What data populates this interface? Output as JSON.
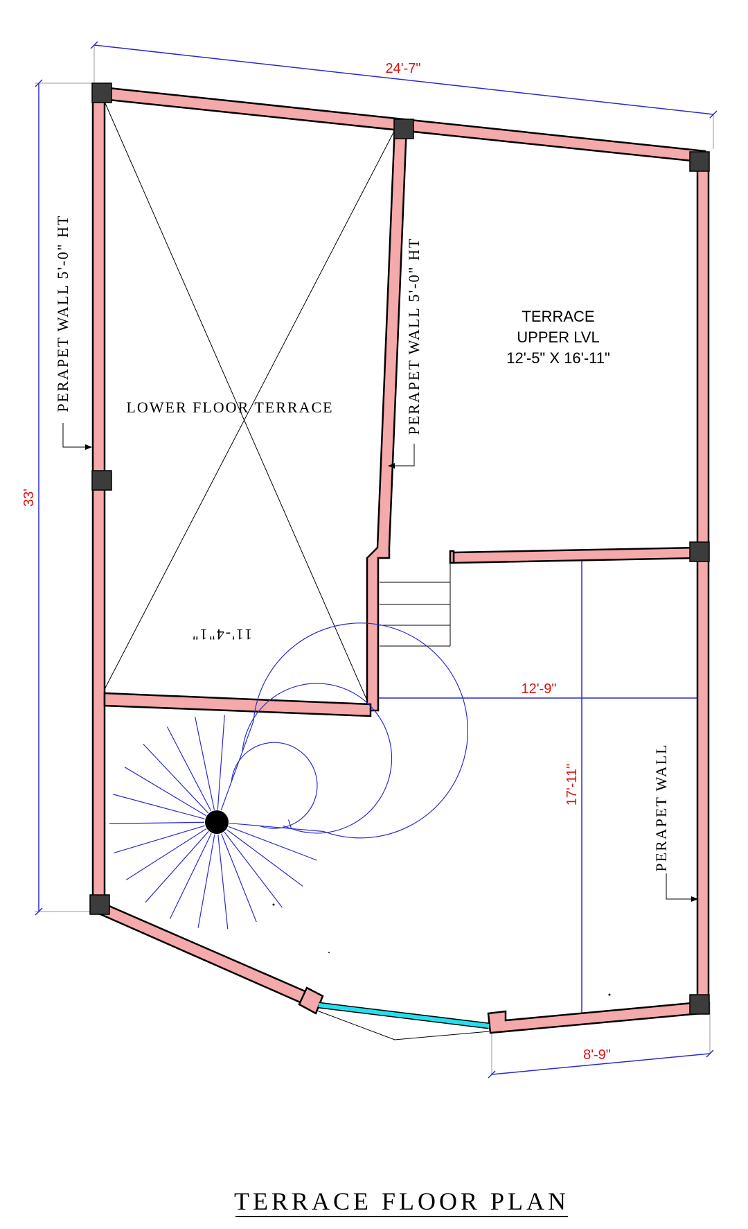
{
  "title": "TERRACE FLOOR PLAN",
  "labels": {
    "lower_terrace": "LOWER FLOOR TERRACE",
    "upper_terrace_l1": "TERRACE",
    "upper_terrace_l2": "UPPER LVL",
    "upper_terrace_l3": "12'-5\" X 16'-11\"",
    "parapet_left": "PERAPET WALL 5'-0\" HT",
    "parapet_mid": "PERAPET WALL 5'-0\" HT",
    "parapet_right": "PERAPET WALL",
    "mirrored_dim": "11'-4\"1\""
  },
  "dimensions": {
    "top": "24'-7\"",
    "left": "33'",
    "middle": "12'-9\"",
    "vertical": "17'-11\"",
    "bottom": "8'-9\""
  },
  "colors": {
    "wall_fill": "#f4a9aa",
    "column_fill": "#3c3c3c",
    "dimension_line": "#2a2ad0",
    "dimension_text": "#dd1111",
    "glass": "#22e0ee"
  }
}
